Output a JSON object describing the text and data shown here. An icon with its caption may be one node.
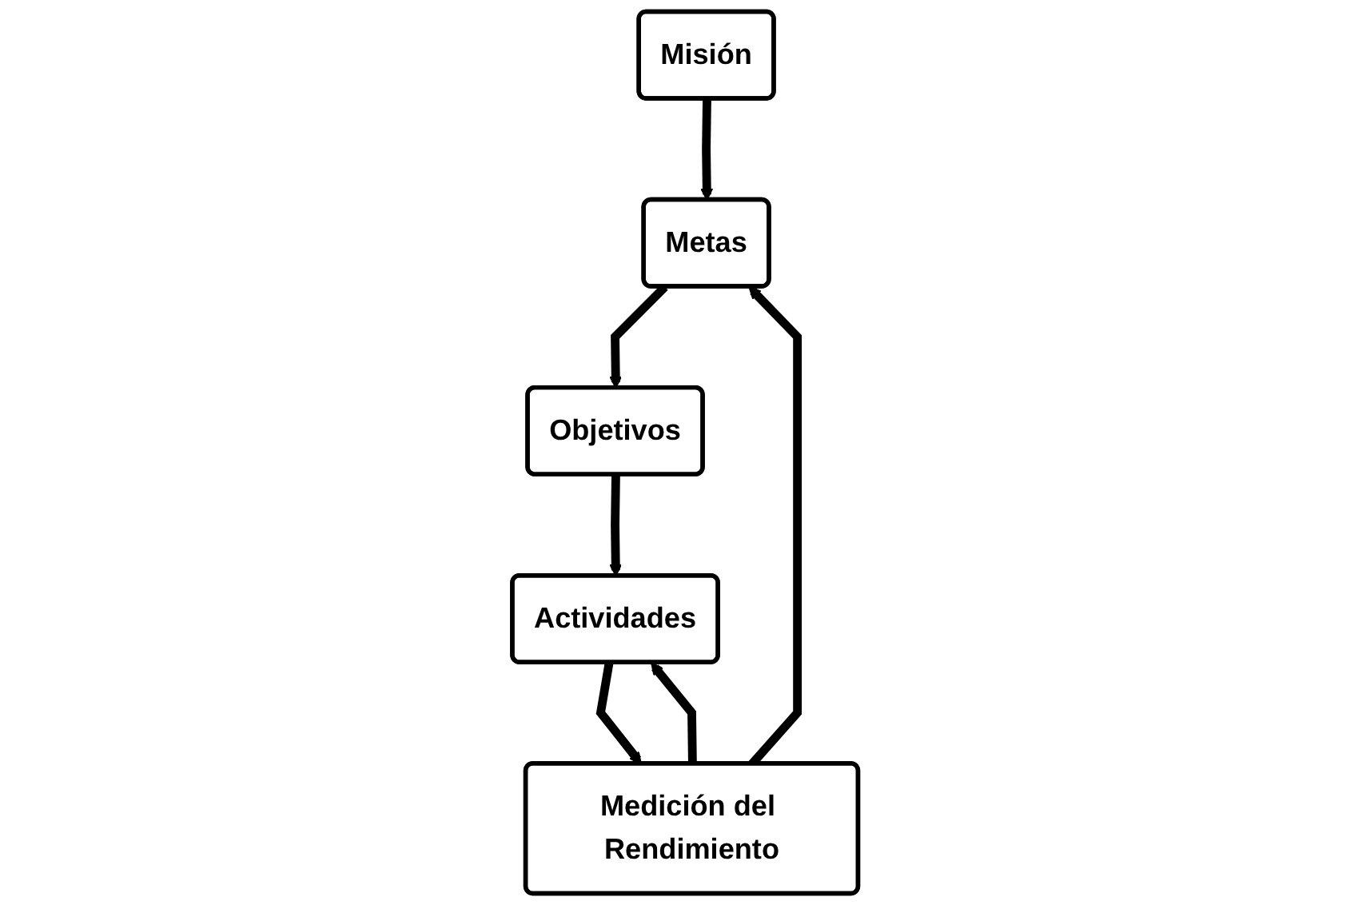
{
  "diagram": {
    "nodes": [
      {
        "text": [
          "Misión"
        ]
      },
      {
        "text": [
          "Metas"
        ]
      },
      {
        "text": [
          "Medición del Rendimiento"
        ]
      },
      {
        "text": [
          "Objetivos"
        ]
      },
      {
        "text": [
          "Actividades"
        ]
      }
    ],
    "edges": [
      {
        "from": 0,
        "to": 1,
        "arrow": "to"
      },
      {
        "from": 2,
        "to": 1,
        "arrow": "to"
      },
      {
        "from": 1,
        "to": 3,
        "arrow": "to"
      },
      {
        "from": 3,
        "to": 4,
        "arrow": "to"
      },
      {
        "from": 4,
        "to": 2,
        "arrow": "to"
      },
      {
        "from": 2,
        "to": 4,
        "arrow": "to"
      }
    ]
  }
}
